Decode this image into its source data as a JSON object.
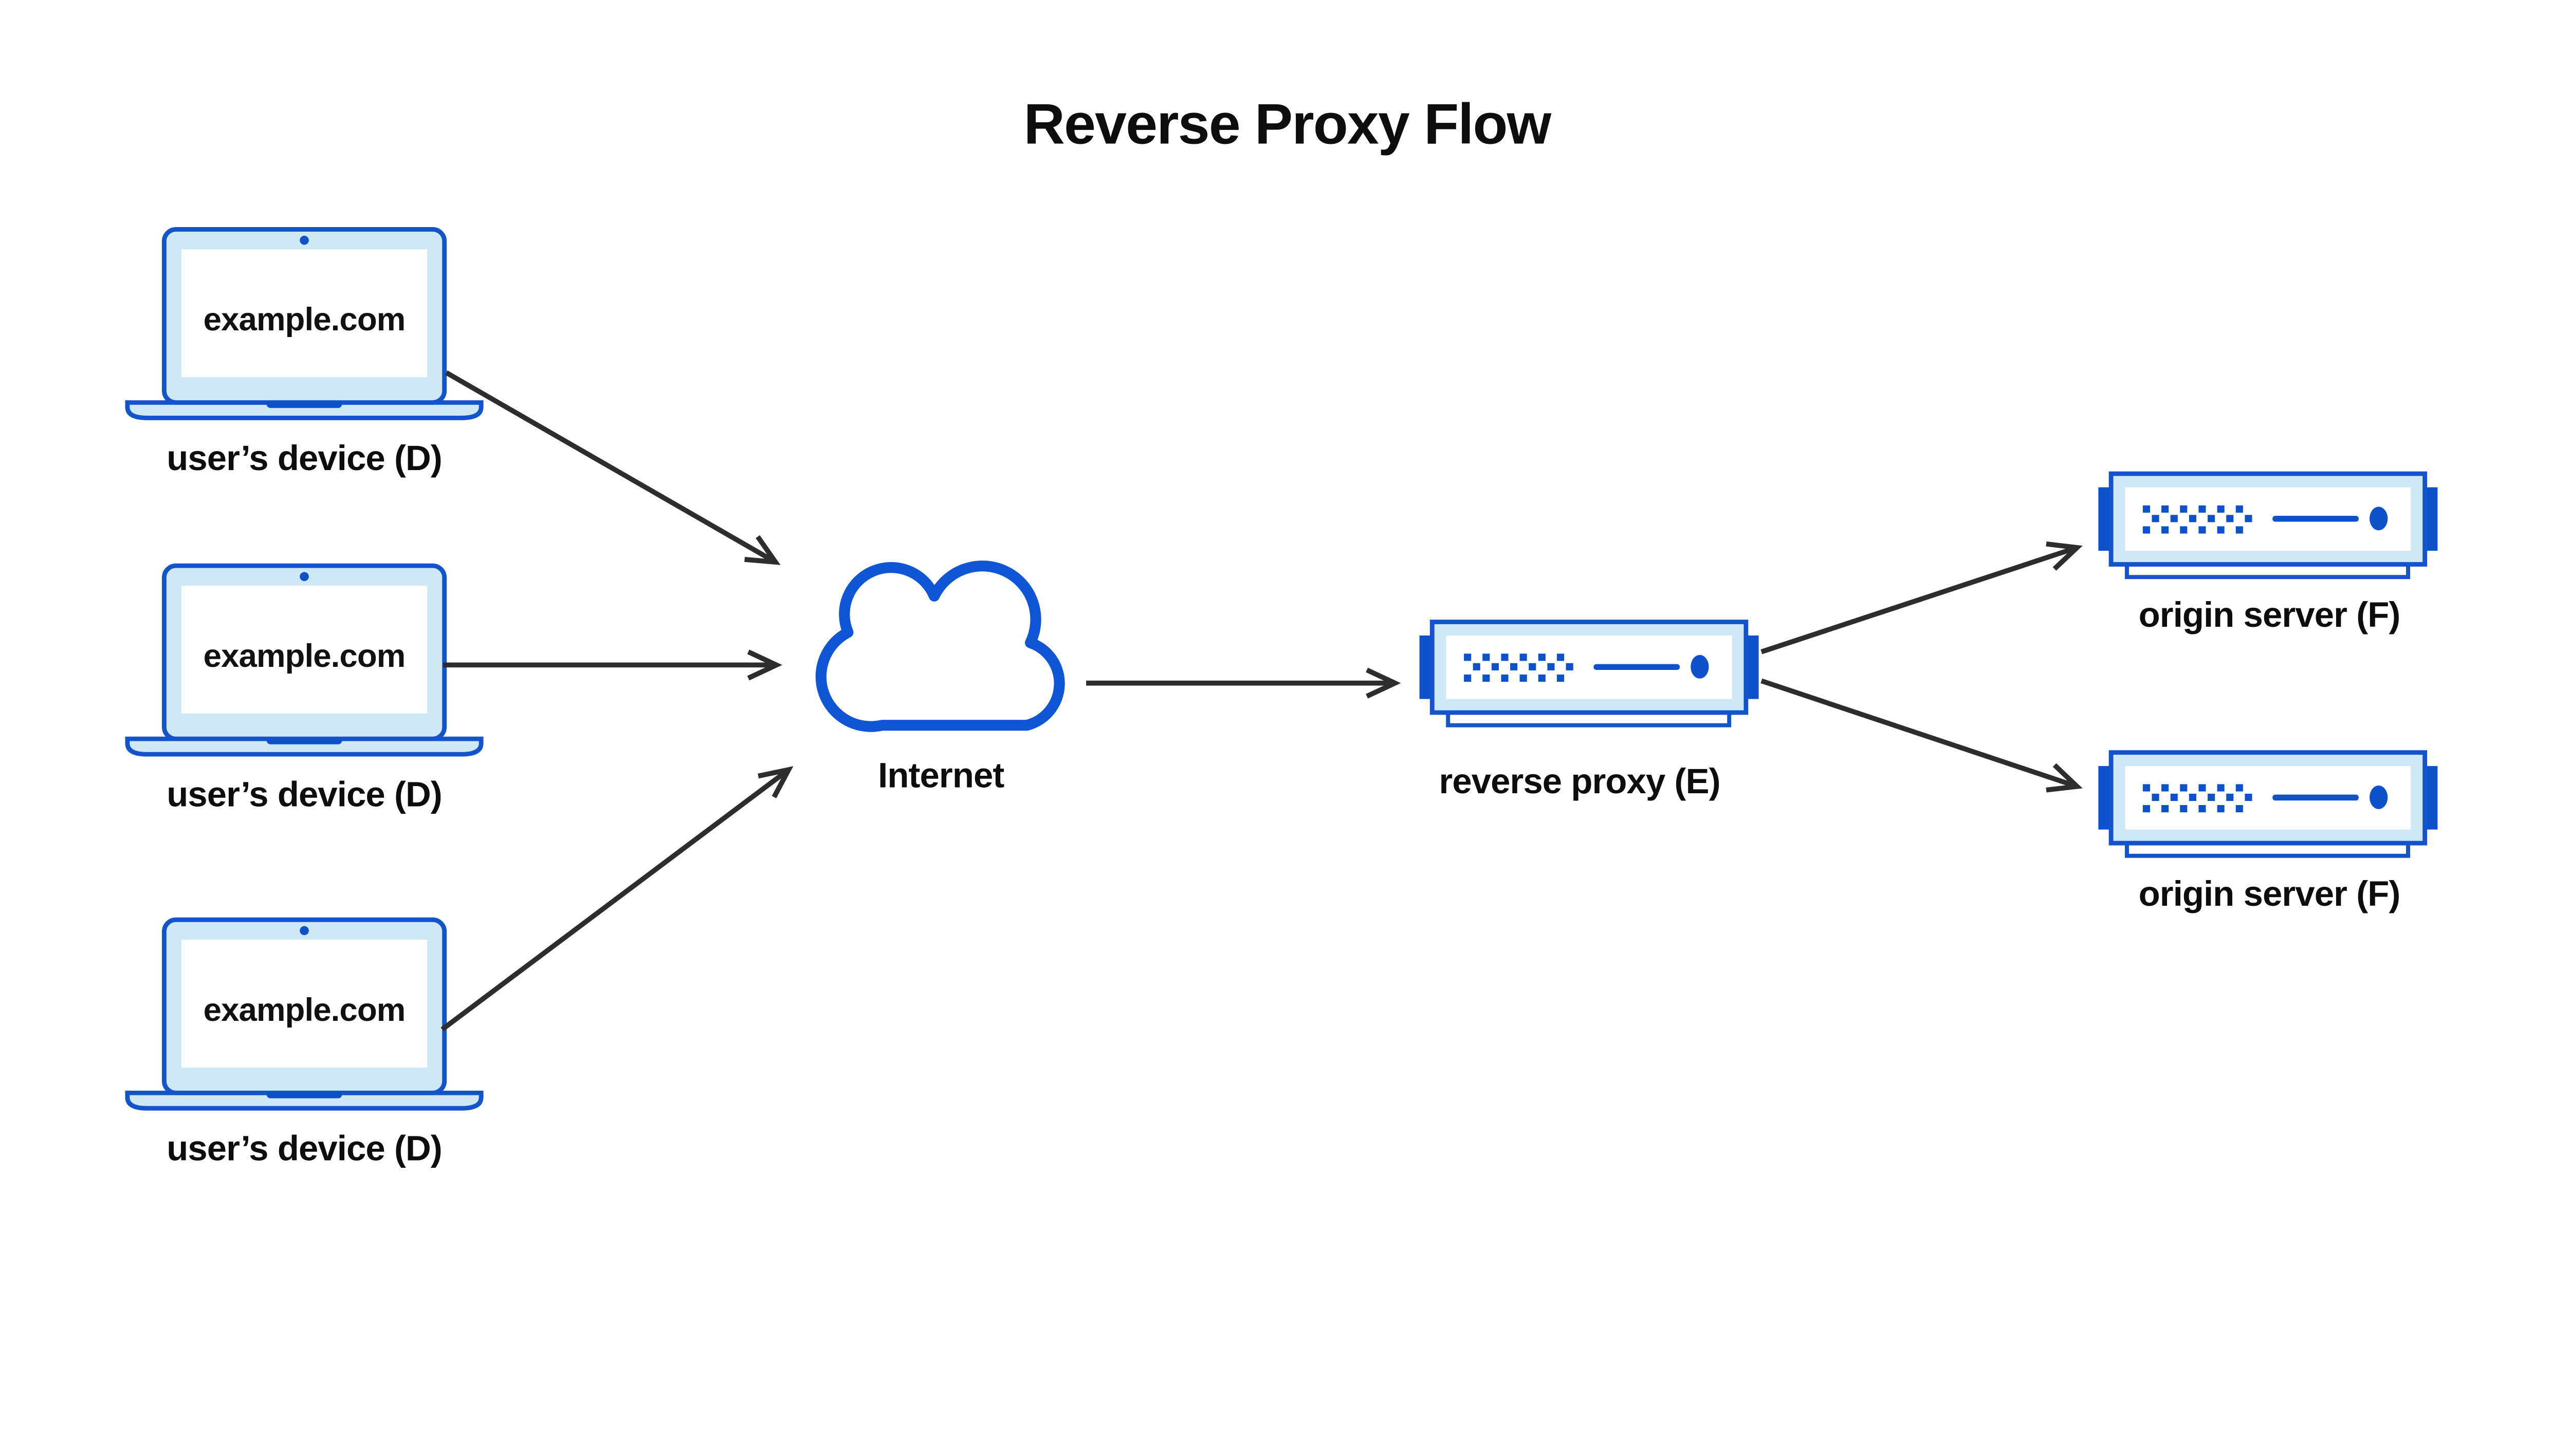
{
  "title": "Reverse Proxy Flow",
  "nodes": {
    "user_devices": [
      {
        "screen_text": "example.com",
        "label": "user’s device (D)"
      },
      {
        "screen_text": "example.com",
        "label": "user’s device (D)"
      },
      {
        "screen_text": "example.com",
        "label": "user’s device (D)"
      }
    ],
    "internet": {
      "label": "Internet"
    },
    "reverse_proxy": {
      "label": "reverse proxy (E)"
    },
    "origin_servers": [
      {
        "label": "origin server (F)"
      },
      {
        "label": "origin server (F)"
      }
    ]
  },
  "flow": {
    "connections": [
      "user-device-1 -> internet",
      "user-device-2 -> internet",
      "user-device-3 -> internet",
      "internet -> reverse-proxy",
      "reverse-proxy -> origin-server-1",
      "reverse-proxy -> origin-server-2"
    ]
  },
  "colors": {
    "outline_blue": "#1353cb",
    "solid_blue": "#0d52cb",
    "light_blue": "#cfe8f5",
    "cloud_blue": "#0e56d6",
    "arrow_black": "#2d2d2d",
    "text_black": "#0d0d0d",
    "background": "#ffffff"
  }
}
